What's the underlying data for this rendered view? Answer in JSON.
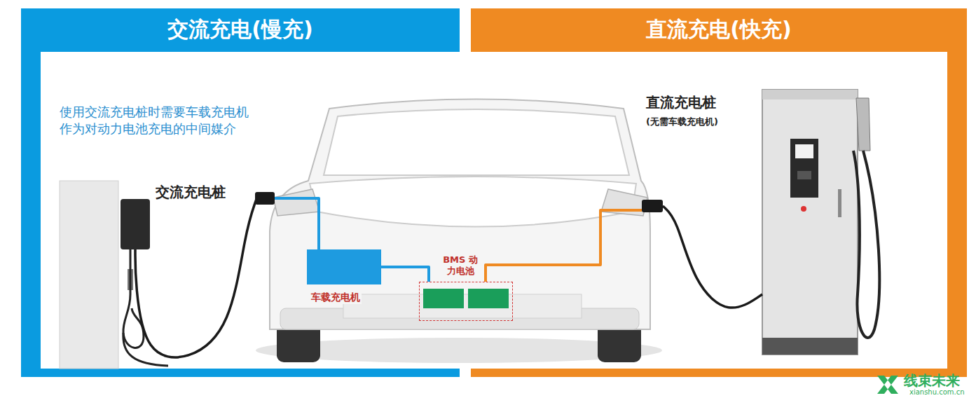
{
  "diagram": {
    "nodes": [
      {
        "text": [
          "交流充电(慢充)"
        ]
      },
      {
        "text": [
          "直流充电(快充)"
        ]
      },
      {
        "text": [
          "交流充电桩"
        ]
      },
      {
        "text": [
          "车载充电机"
        ]
      },
      {
        "text": [
          "BMS 动力电池"
        ]
      },
      {
        "text": [
          "直流充电桩",
          "(无需车载充电机)"
        ]
      }
    ],
    "edges": [
      {
        "from": 2,
        "to": 3,
        "arrow": "none"
      },
      {
        "from": 3,
        "to": 4,
        "arrow": "none"
      },
      {
        "from": 5,
        "to": 4,
        "arrow": "none"
      }
    ],
    "labels": [
      "使用交流充电桩时需要车载充电机 作为对动力电池充电的中间媒介",
      "线束未来",
      "xianshu.com.cn"
    ]
  }
}
